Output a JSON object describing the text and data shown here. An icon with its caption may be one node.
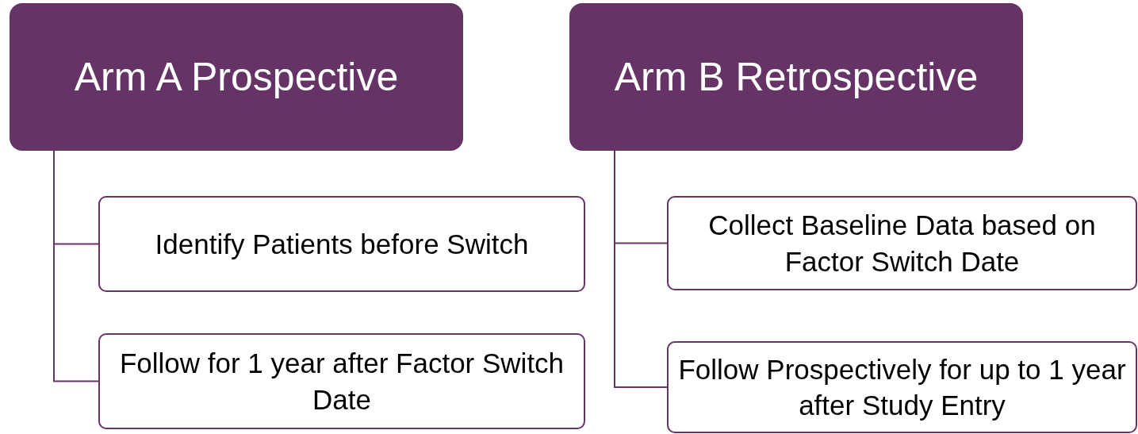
{
  "diagram": {
    "nodes": [
      {
        "text": [
          "Arm A Prospective"
        ]
      },
      {
        "text": [
          "Identify Patients before Switch"
        ]
      },
      {
        "text": [
          "Follow for 1 year after Factor Switch Date"
        ]
      },
      {
        "text": [
          "Arm B Retrospective"
        ]
      },
      {
        "text": [
          "Collect Baseline Data based on Factor Switch Date"
        ]
      },
      {
        "text": [
          "Follow Prospectively for up to 1 year after Study Entry"
        ]
      }
    ],
    "edges": [
      {
        "from": 0,
        "to": 1,
        "arrow": "none"
      },
      {
        "from": 0,
        "to": 2,
        "arrow": "none"
      },
      {
        "from": 3,
        "to": 4,
        "arrow": "none"
      },
      {
        "from": 3,
        "to": 5,
        "arrow": "none"
      }
    ]
  }
}
